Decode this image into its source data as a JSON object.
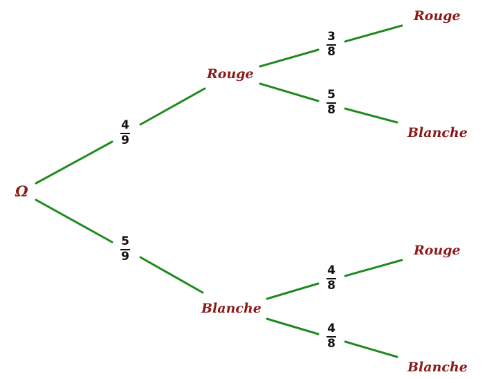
{
  "diagram": {
    "root": {
      "label": "Ω"
    },
    "level1": [
      {
        "label": "Rouge",
        "probability": {
          "numerator": "4",
          "denominator": "9"
        },
        "children": [
          {
            "label": "Rouge",
            "probability": {
              "numerator": "3",
              "denominator": "8"
            }
          },
          {
            "label": "Blanche",
            "probability": {
              "numerator": "5",
              "denominator": "8"
            }
          }
        ]
      },
      {
        "label": "Blanche",
        "probability": {
          "numerator": "5",
          "denominator": "9"
        },
        "children": [
          {
            "label": "Rouge",
            "probability": {
              "numerator": "4",
              "denominator": "8"
            }
          },
          {
            "label": "Blanche",
            "probability": {
              "numerator": "4",
              "denominator": "8"
            }
          }
        ]
      }
    ],
    "colors": {
      "branch": "#1e8a1e",
      "node_label": "#8b1a1a",
      "fraction": "#111111"
    }
  }
}
